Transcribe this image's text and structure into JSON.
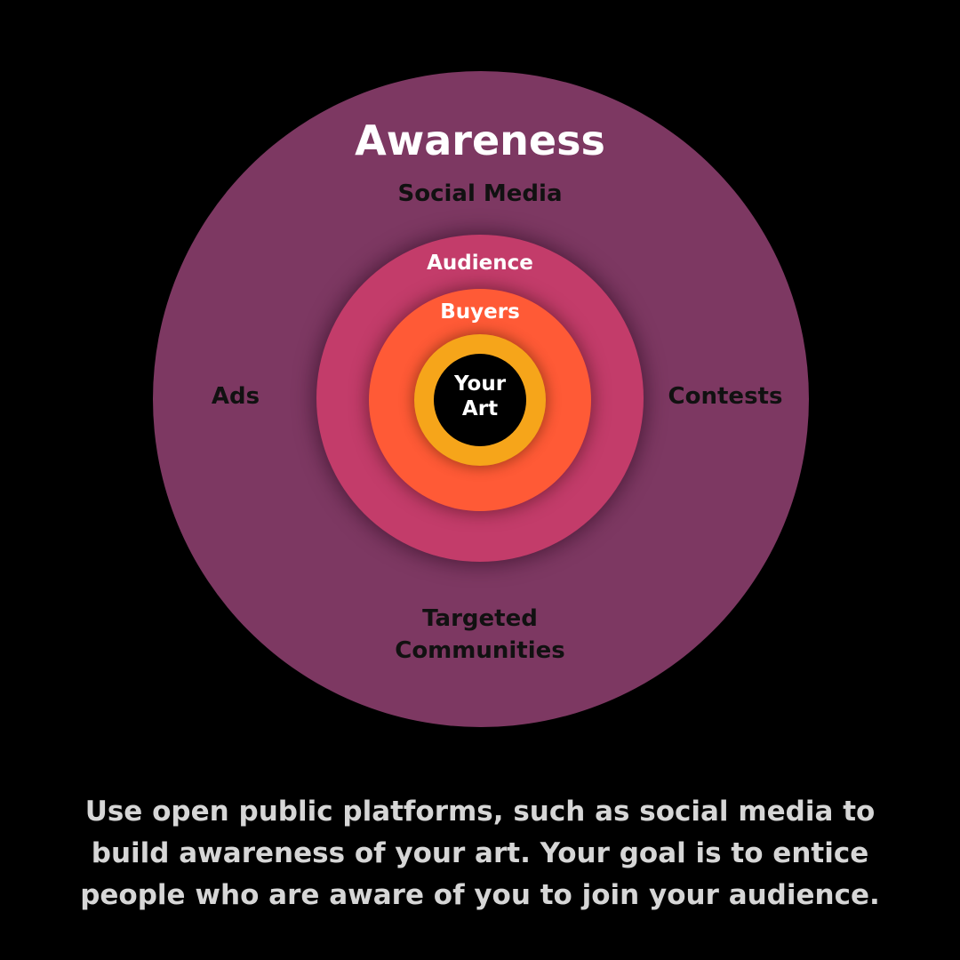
{
  "diagram": {
    "rings": [
      {
        "name": "awareness",
        "color": "#7d3862"
      },
      {
        "name": "audience",
        "color": "#c33c6a"
      },
      {
        "name": "buyers",
        "color": "#ff5a36"
      },
      {
        "name": "inner-ring",
        "color": "#f6a51a"
      },
      {
        "name": "core",
        "color": "#000000"
      }
    ],
    "awareness": {
      "title": "Awareness",
      "channels": {
        "top": "Social Media",
        "left": "Ads",
        "right": "Contests",
        "bottom_line1": "Targeted",
        "bottom_line2": "Communities"
      }
    },
    "audience": {
      "label": "Audience"
    },
    "buyers": {
      "label": "Buyers"
    },
    "core": {
      "label_line1": "Your",
      "label_line2": "Art"
    }
  },
  "caption": {
    "line1": "Use open public platforms, such as social media to",
    "line2": "build awareness of your art. Your goal is to entice",
    "line3": "people who are aware of you to join your audience."
  }
}
